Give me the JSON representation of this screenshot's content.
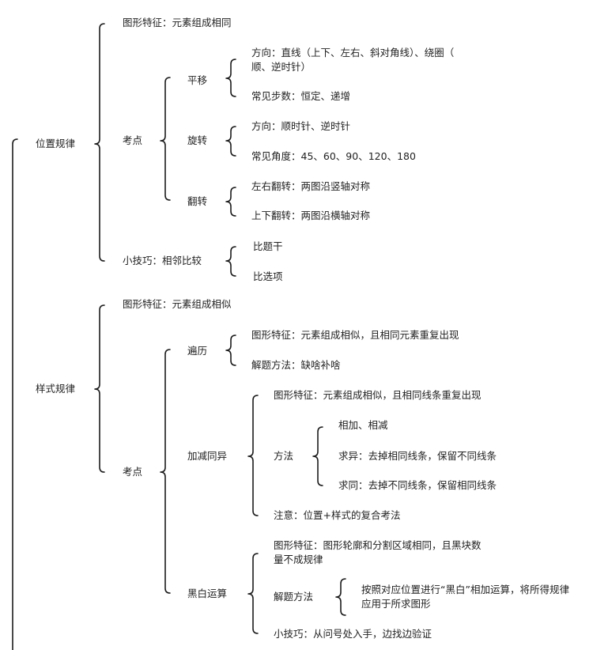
{
  "root": {
    "position_rule": {
      "label": "位置规律",
      "feature": "图形特征：元素组成相同",
      "exam_points": {
        "label": "考点",
        "translation": {
          "label": "平移",
          "direction_line1": "方向：直线（上下、左右、斜对角线）、绕圈（",
          "direction_line2": "顺、逆时针）",
          "steps": "常见步数：恒定、递增"
        },
        "rotation": {
          "label": "旋转",
          "direction": "方向：顺时针、逆时针",
          "angles": "常见角度：45、60、90、120、180"
        },
        "flip": {
          "label": "翻转",
          "horizontal": "左右翻转：两图沿竖轴对称",
          "vertical": "上下翻转：两图沿横轴对称"
        }
      },
      "tip": {
        "label": "小技巧：相邻比较",
        "item1": "比题干",
        "item2": "比选项"
      }
    },
    "style_rule": {
      "label": "样式规律",
      "feature": "图形特征：元素组成相似",
      "exam_points": {
        "label": "考点",
        "traverse": {
          "label": "遍历",
          "feature": "图形特征：元素组成相似，且相同元素重复出现",
          "method": "解题方法：缺啥补啥"
        },
        "add_sub": {
          "label": "加减同异",
          "feature": "图形特征：元素组成相似，且相同线条重复出现",
          "method": {
            "label": "方法",
            "item1": "相加、相减",
            "item2": "求异：去掉相同线条，保留不同线条",
            "item3": "求同：去掉不同线条，保留相同线条"
          },
          "note": "注意：位置+样式的复合考法"
        },
        "black_white": {
          "label": "黑白运算",
          "feature_line1": "图形特征：图形轮廓和分割区域相同，且黑块数",
          "feature_line2": "量不成规律",
          "method": {
            "label": "解题方法",
            "line1": "按照对应位置进行“黑白”相加运算，将所得规律",
            "line2": "应用于所求图形"
          },
          "tip": "小技巧：从问号处入手，边找边验证"
        }
      }
    }
  }
}
